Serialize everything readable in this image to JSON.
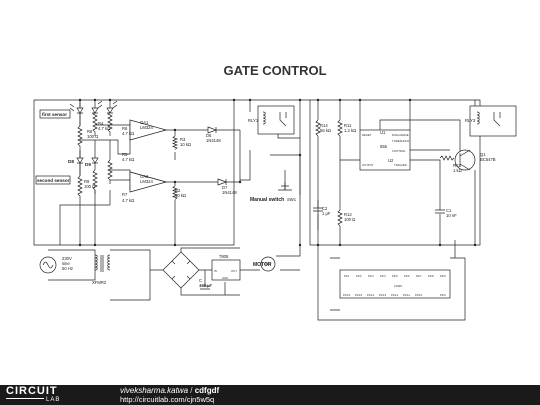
{
  "diagram": {
    "title": "GATE CONTROL",
    "labels": {
      "first_sensor": "first sensor",
      "second_sensor": "second sensor",
      "r8": "R8",
      "r8_val": "100 Ω",
      "r4": "R4",
      "r4_val": "4.7 kΩ",
      "r5": "R5",
      "r5_val": "4.7 kΩ",
      "r6": "R6",
      "r6_val": "4.7 kΩ",
      "r7": "R7",
      "r7_val": "4.7 kΩ",
      "r9": "R9",
      "r9_val": "100 Ω",
      "r3": "R3",
      "r3_val": "10 kΩ",
      "r2": "R2",
      "r2_val": "10 kΩ",
      "oa1": "OA1",
      "oa1_part": "LM324",
      "oa2": "OA2",
      "oa2_part": "LM324",
      "d6": "D6",
      "d6_part": "1N4148",
      "d7": "D7",
      "d7_part": "1N4148",
      "d8": "D8",
      "d9": "D9",
      "rly1": "RLY1",
      "rly3": "RLY3",
      "manual_switch": "Manual switch",
      "sw1": "SW1",
      "r14": "R14",
      "r14_val": "56 kΩ",
      "r11": "R11",
      "r11_val": "1.2 kΩ",
      "r12": "R12",
      "r12_val": "100 Ω",
      "r13": "R13",
      "r13_val": "1 kΩ",
      "c2": "C2",
      "c2_val": "1 μF",
      "c1": "C1",
      "c1_val": "10 nF",
      "u1": "U1",
      "u1_part": "555",
      "u2": "U2",
      "q1": "Q1",
      "q1_part": "BC547B",
      "src_v": "230V",
      "src_type": "sine",
      "src_f": "50 Hz",
      "xfmr": "XFMR2",
      "c_cap": "C",
      "c_val": "470 μF",
      "reg": "7805",
      "reg_in": "IN",
      "reg_out": "OUT",
      "reg_gnd": "GND",
      "motor": "MOTOR",
      "u1_pins": [
        "RESET",
        "DISCHARGE",
        "THRESHOLD",
        "TRIGGER",
        "OUTPUT",
        "CONTROL"
      ],
      "ic_top_pins": [
        "Pin1",
        "Pin2",
        "Pin3",
        "Pin4",
        "Pin5",
        "Pin6",
        "Pin7",
        "Pin8",
        "Pin9"
      ],
      "ic_bot_pins": [
        "Pin16",
        "Pin15",
        "Pin14",
        "Pin13",
        "Pin12",
        "Pin11",
        "Pin10",
        "L293D",
        "Pin9"
      ]
    }
  },
  "footer": {
    "logo_circuit": "CIRCUIT",
    "logo_lab": "LAB",
    "author": "viveksharma.katwa",
    "separator": " / ",
    "project": "cdfgdf",
    "url": "http://circuitlab.com/cjn5w5q"
  }
}
